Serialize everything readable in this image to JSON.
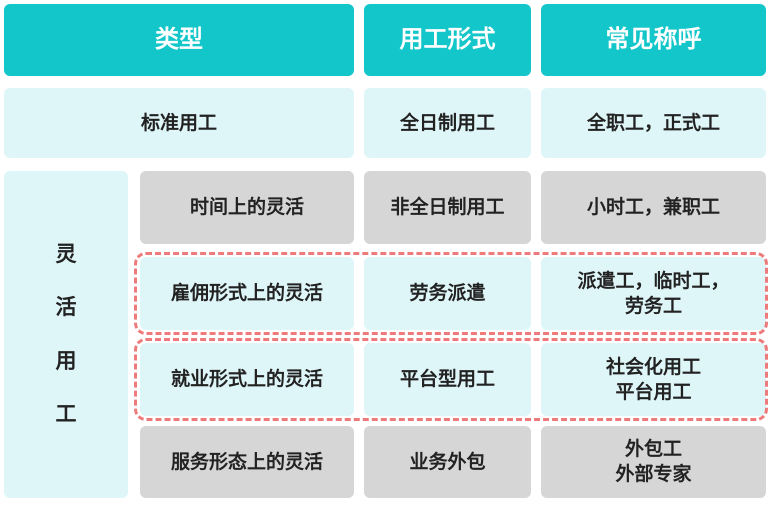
{
  "header": {
    "type": "类型",
    "form": "用工形式",
    "common_name": "常见称呼"
  },
  "standard_row": {
    "type": "标准用工",
    "form": "全日制用工",
    "common_name": "全职工，正式工"
  },
  "flexible_label": [
    "灵",
    "活",
    "用",
    "工"
  ],
  "flexible_rows": [
    {
      "type": "时间上的灵活",
      "form": "非全日制用工",
      "common_name": [
        "小时工，兼职工"
      ]
    },
    {
      "type": "雇佣形式上的灵活",
      "form": "劳务派遣",
      "common_name": [
        "派遣工，临时工，",
        "劳务工"
      ]
    },
    {
      "type": "就业形式上的灵活",
      "form": "平台型用工",
      "common_name": [
        "社会化用工",
        "平台用工"
      ]
    },
    {
      "type": "服务形态上的灵活",
      "form": "业务外包",
      "common_name": [
        "外包工",
        "外部专家"
      ]
    }
  ],
  "colors": {
    "header": "#13c6c9",
    "light": "#dff6f8",
    "gray": "#d6d6d6",
    "highlight_dash": "#ee7b7b"
  }
}
